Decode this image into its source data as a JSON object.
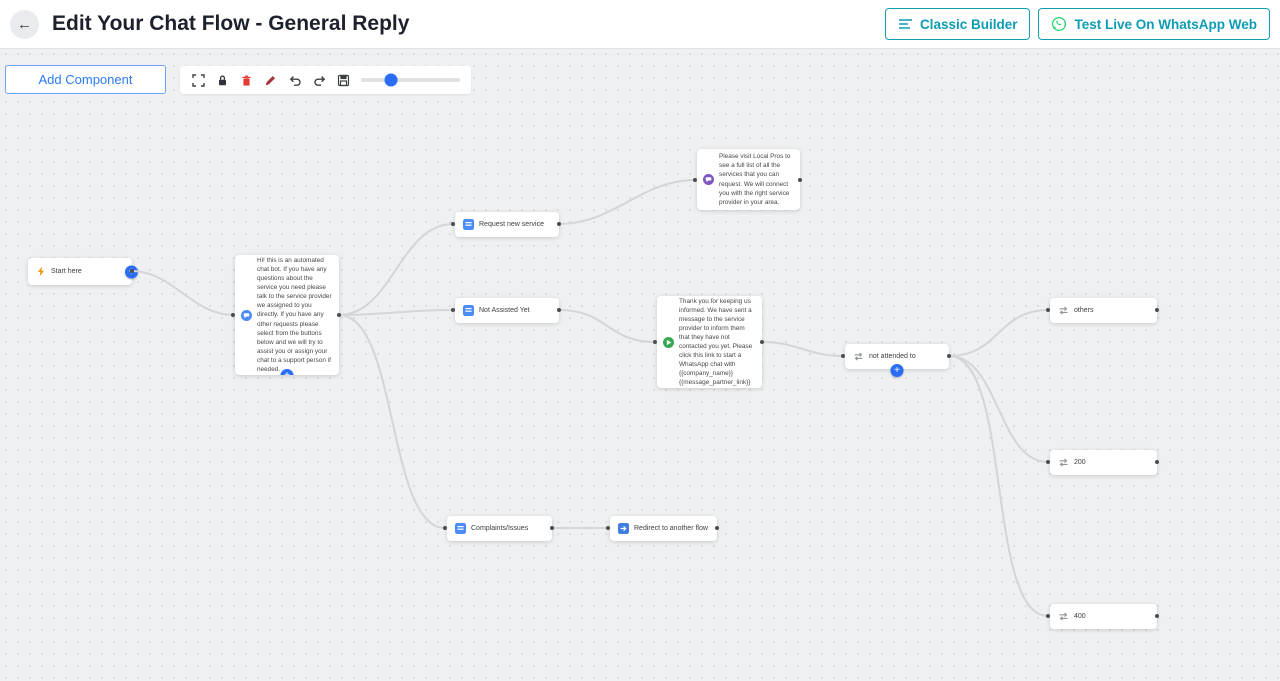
{
  "header": {
    "title": "Edit Your Chat Flow - General Reply",
    "classic_builder_label": "Classic Builder",
    "test_live_label": "Test Live On WhatsApp Web"
  },
  "toolbar": {
    "add_component_label": "Add Component",
    "icons": [
      "fullscreen-icon",
      "lock-icon",
      "delete-icon",
      "edit-icon",
      "undo-icon",
      "redo-icon",
      "save-icon"
    ],
    "zoom_slider_percent": 30
  },
  "icons": {
    "back_arrow": "←",
    "plus": "+"
  },
  "nodes": {
    "start": {
      "label": "Start here"
    },
    "welcome_message": {
      "text": "Hi! this is an automated chat bot. If you have any questions about the service you need please talk to the service provider we assigned to you directly. If you have any other requests please select from the buttons below and we will try to assist you or assign your chat to a support person if needed."
    },
    "request_new_service": {
      "label": "Request new service"
    },
    "not_assisted_yet": {
      "label": "Not Assisted Yet"
    },
    "complaints_issues": {
      "label": "Complaints/Issues"
    },
    "local_pros_message": {
      "text": "Please visit Local Pros to see a full list of all the services that you can request. We will connect you with the right service provider in your area."
    },
    "follow_up_message": {
      "text": "Thank you for keeping us informed. We have sent a message to the service provider to inform them that they have not contacted you yet. Please click this link to start a WhatsApp chat with {{company_name}} {{message_partner_link}}"
    },
    "not_attended_to": {
      "label": "not attended to"
    },
    "redirect_flow": {
      "label": "Redirect to another flow"
    },
    "others": {
      "label": "others"
    },
    "status_200": {
      "label": "200"
    },
    "status_400": {
      "label": "400"
    }
  },
  "colors": {
    "accent_blue": "#2a6df5",
    "header_button_teal": "#0d9cb4",
    "whatsapp_green": "#25d366",
    "edge_gray": "#d3d5d8"
  }
}
